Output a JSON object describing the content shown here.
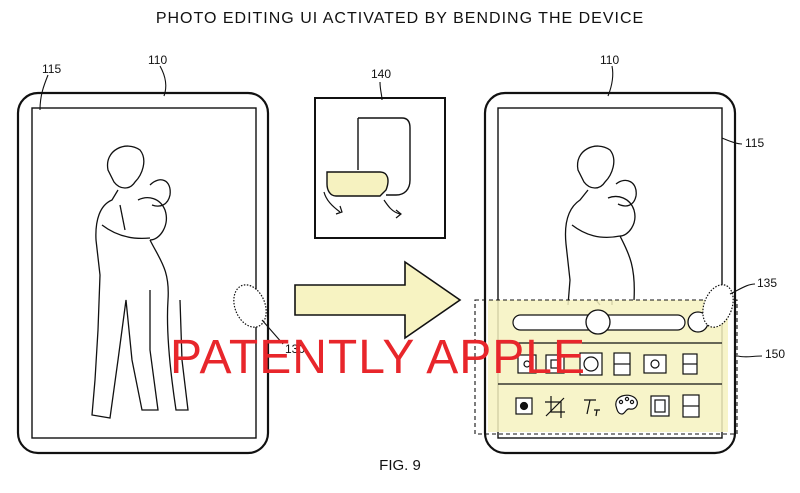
{
  "title": "PHOTO EDITING UI ACTIVATED BY BENDING THE DEVICE",
  "figure_label": "FIG. 9",
  "watermark": "PATENTLY APPLE",
  "refs": {
    "left_screen": "115",
    "left_device": "110",
    "inset": "140",
    "right_device": "110",
    "right_screen": "115",
    "left_touch": "130",
    "right_touch": "135",
    "edit_panel": "150"
  },
  "colors": {
    "ink": "#111111",
    "highlight": "#f6f2c0",
    "arrow_fill": "#f7f3c2",
    "watermark": "#e8262b"
  },
  "icons": {
    "row1": [
      "circle-in-square-icon",
      "small-square-in-square-icon",
      "large-circle-in-square-icon",
      "split-rectangle-icon",
      "circle-in-wide-square-icon",
      "tall-split-icon"
    ],
    "row2": [
      "circle-dot-icon",
      "crop-icon",
      "text-tool-icon",
      "palette-icon",
      "frame-icon",
      "split-frame-icon"
    ]
  }
}
